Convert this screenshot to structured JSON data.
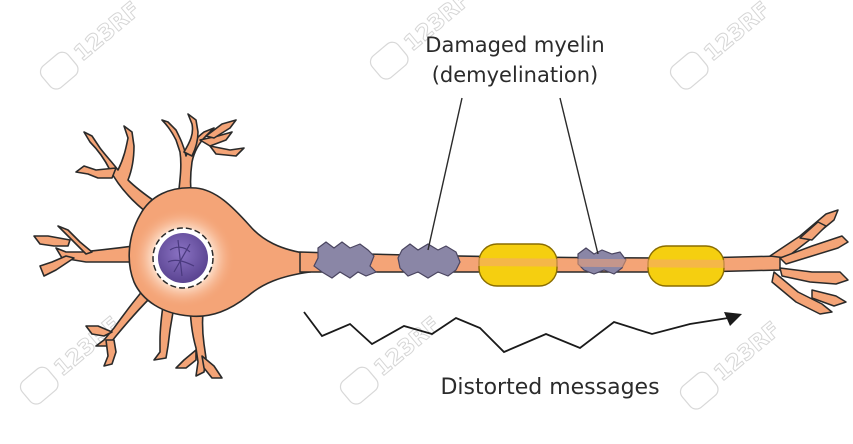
{
  "labels": {
    "damaged_myelin": "Damaged myelin",
    "demyelination": "(demyelination)",
    "distorted_messages": "Distorted messages"
  },
  "watermark": {
    "text": "123RF",
    "color": "#d6d6d6"
  },
  "colors": {
    "cell_body": "#f4a477",
    "cell_outline": "#2a2a2a",
    "nucleus": "#6d55a8",
    "nucleus_glow": "#fde4d2",
    "damaged_myelin": "#8a86a6",
    "healthy_myelin": "#f5cf10",
    "healthy_myelin_edge": "#e0b100"
  }
}
